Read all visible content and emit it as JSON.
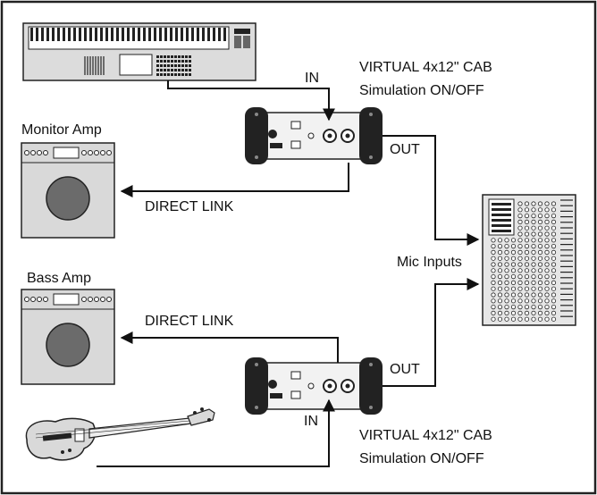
{
  "labels": {
    "cab_top_line1": "VIRTUAL 4x12\" CAB",
    "cab_top_line2": "Simulation ON/OFF",
    "in_top": "IN",
    "monitor_amp": "Monitor Amp",
    "out_top": "OUT",
    "direct_link_top": "DIRECT LINK",
    "mic_inputs": "Mic Inputs",
    "bass_amp": "Bass Amp",
    "direct_link_bottom": "DIRECT LINK",
    "out_bottom": "OUT",
    "in_bottom": "IN",
    "cab_bottom_line1": "VIRTUAL 4x12\" CAB",
    "cab_bottom_line2": "Simulation ON/OFF"
  },
  "colors": {
    "frame": "#222222",
    "device_fill": "#d9d9d9",
    "line": "#111111",
    "amp_speaker": "#6b6b6b",
    "di_rubber": "#222222"
  }
}
